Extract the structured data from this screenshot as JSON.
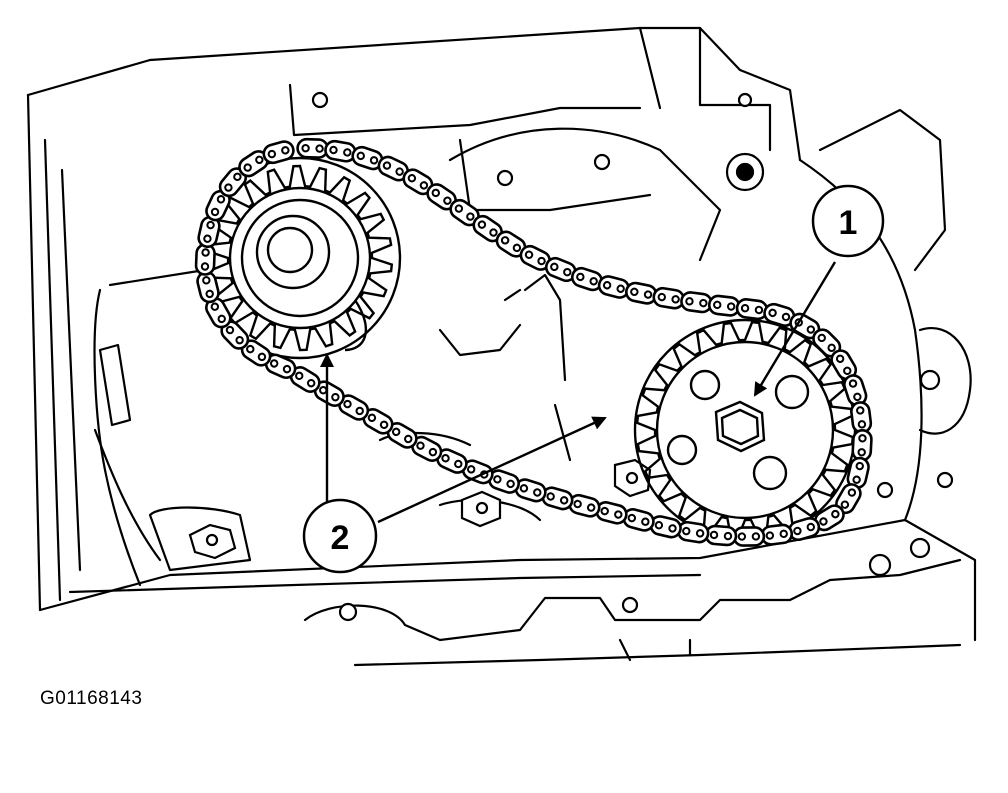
{
  "figure": {
    "id": "G01168143"
  },
  "callouts": [
    {
      "number": "1"
    },
    {
      "number": "2"
    }
  ],
  "colors": {
    "ink": "#000000",
    "paper": "#ffffff"
  }
}
